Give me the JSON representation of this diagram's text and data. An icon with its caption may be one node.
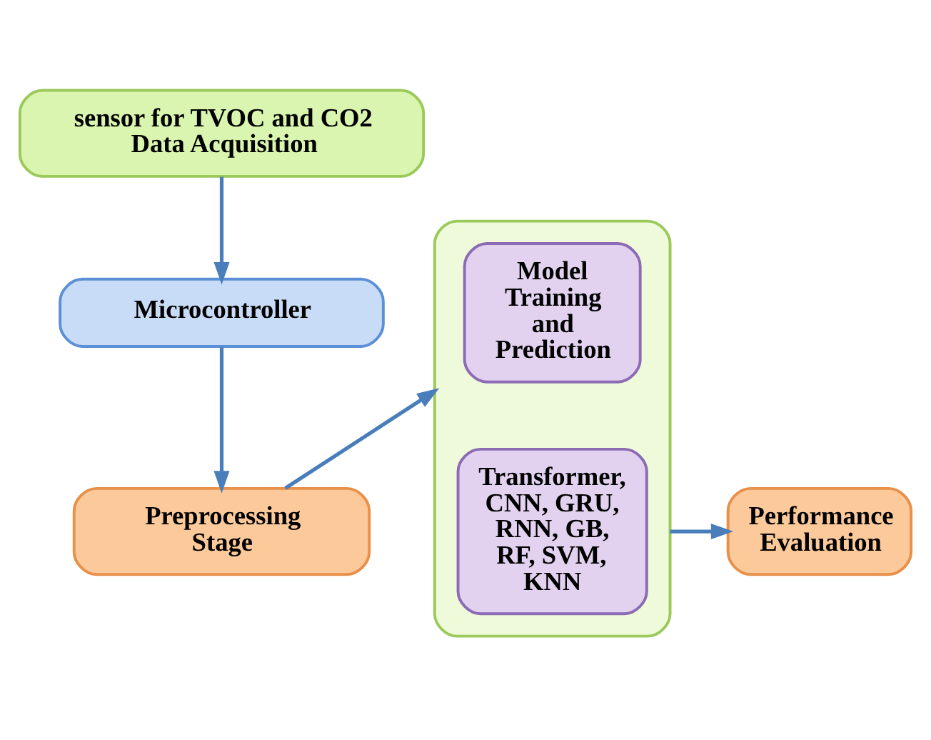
{
  "diagram": {
    "nodes": [
      {
        "text": [
          "sensor for TVOC and CO2 Data Acquisition"
        ]
      },
      {
        "text": [
          "Microcontroller"
        ]
      },
      {
        "text": [
          "Preprocessing Stage"
        ]
      },
      {
        "text": [],
        "shape": "box"
      },
      {
        "text": [
          "Model Training and Prediction"
        ],
        "in": 3
      },
      {
        "text": [
          "Transformer, CNN, GRU, RNN, GB, RF, SVM, KNN"
        ],
        "in": 3
      },
      {
        "text": [
          "Performance Evaluation"
        ]
      }
    ],
    "edges": [
      {
        "from": 0,
        "to": 1,
        "arrow": "to"
      },
      {
        "from": 1,
        "to": 2,
        "arrow": "to"
      },
      {
        "from": 2,
        "to": 3,
        "arrow": "to"
      },
      {
        "from": 3,
        "to": 6,
        "arrow": "to"
      }
    ]
  }
}
